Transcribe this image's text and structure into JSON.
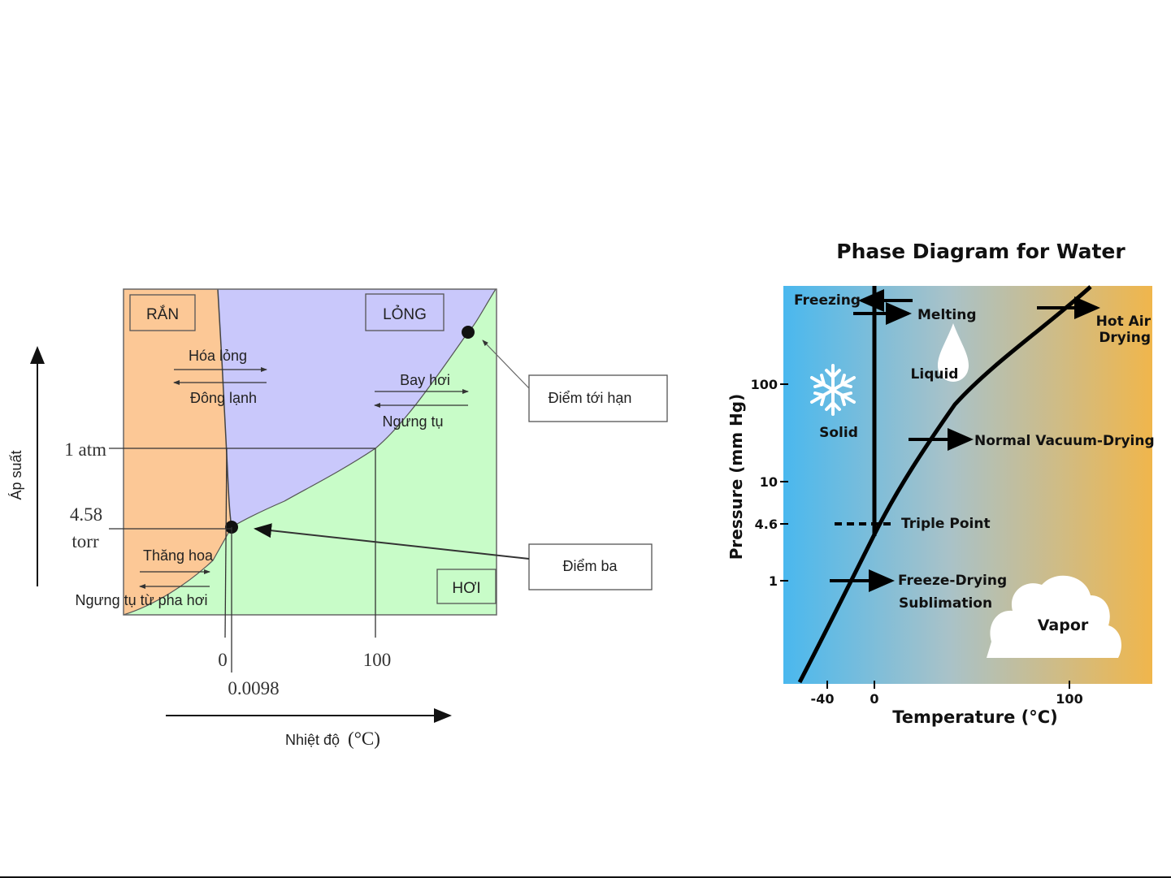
{
  "left_diagram": {
    "regions": {
      "solid": "RẮN",
      "liquid": "LỎNG",
      "vapor": "HƠI"
    },
    "transitions": {
      "melting": "Hóa lỏng",
      "freezing": "Đông lạnh",
      "vaporization": "Bay hơi",
      "condensation": "Ngưng tụ",
      "sublimation": "Thăng hoa",
      "deposition": "Ngưng tụ từ pha hơi"
    },
    "callouts": {
      "critical_point": "Điểm tới hạn",
      "triple_point": "Điểm ba"
    },
    "pressure_ticks": {
      "atm": "1 atm",
      "torr_value": "4.58",
      "torr_unit": "torr"
    },
    "temperature_ticks": {
      "zero": "0",
      "triple": "0.0098",
      "hundred": "100"
    },
    "axis_labels": {
      "y": "Áp suất",
      "x_text": "Nhiệt độ",
      "x_unit": "(°C)"
    },
    "colors": {
      "solid": "#fcc896",
      "liquid": "#c9c8fb",
      "vapor": "#c8fcc8"
    }
  },
  "right_diagram": {
    "title": "Phase Diagram for Water",
    "region_labels": {
      "solid": "Solid",
      "liquid": "Liquid",
      "vapor": "Vapor"
    },
    "process_labels": {
      "freezing": "Freezing",
      "melting": "Melting",
      "hot_air_line1": "Hot Air",
      "hot_air_line2": "Drying",
      "vacuum": "Normal Vacuum-Drying",
      "triple_point": "Triple Point",
      "freeze_drying": "Freeze-Drying",
      "sublimation": "Sublimation"
    },
    "y_ticks": [
      "100",
      "10",
      "4.6",
      "1"
    ],
    "x_ticks": [
      "-40",
      "0",
      "100"
    ],
    "axis_labels": {
      "y": "Pressure (mm Hg)",
      "x": "Temperature (°C)"
    },
    "icons": [
      "snowflake-icon",
      "water-drop-icon",
      "cloud-icon"
    ],
    "colors": {
      "cold": "#4ab8ee",
      "hot": "#f0b64c"
    }
  }
}
